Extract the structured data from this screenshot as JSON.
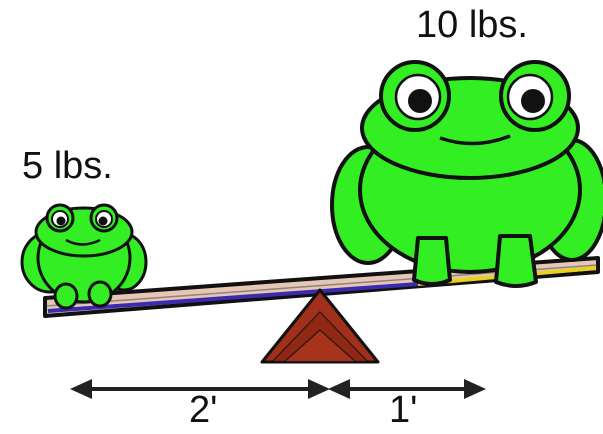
{
  "labels": {
    "small_frog_weight": "5 lbs.",
    "big_frog_weight": "10 lbs.",
    "left_distance": "2'",
    "right_distance": "1'"
  },
  "colors": {
    "frog_green": "#33ee22",
    "frog_outline": "#111111",
    "fulcrum": "#a0301a",
    "plank_top": "#e8c9b8",
    "plank_stripe": "#3a2bb0",
    "plank_stripe_right": "#e8d020",
    "arrow": "#222222"
  }
}
